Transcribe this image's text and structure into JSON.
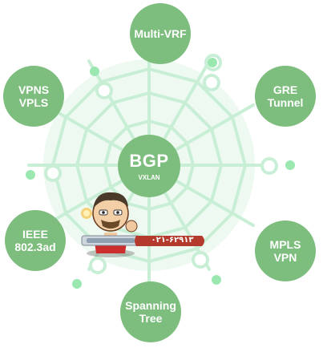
{
  "colors": {
    "node_fill": "#7dbe7e",
    "center_fill": "#7dbe7e",
    "web_line": "#c8efd6",
    "hub_bg": "#eefaf1",
    "dot": "#9be7b0",
    "badge": "#b33a2c"
  },
  "center": {
    "title": "BGP",
    "subtitle": "VXLAN"
  },
  "nodes": [
    {
      "label": "Multi-VRF"
    },
    {
      "label": "GRE\nTunnel"
    },
    {
      "label": "MPLS\nVPN"
    },
    {
      "label": "Spanning\nTree"
    },
    {
      "label": "IEEE\n802.3ad"
    },
    {
      "label": "VPNS\nVPLS"
    }
  ],
  "badge": {
    "text": "۰۲۱-۶۲۹۱۳"
  },
  "icons": {
    "mascot": "cartoon-engineer-mascot-icon"
  }
}
